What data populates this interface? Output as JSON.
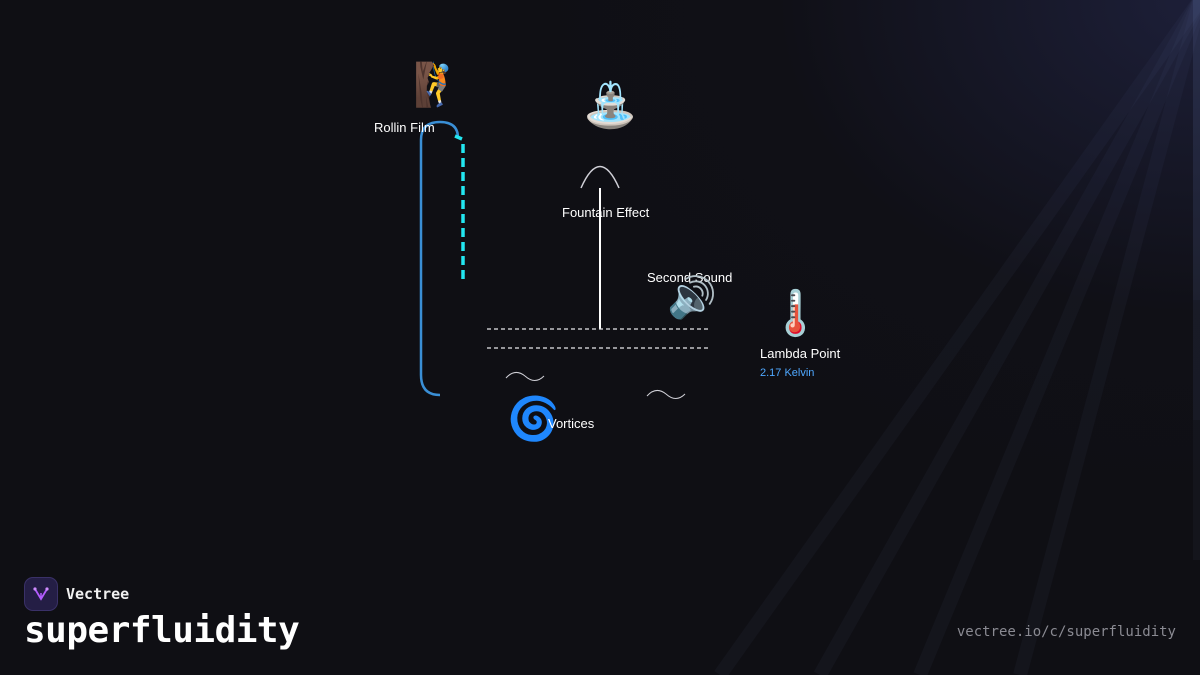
{
  "nodes": {
    "rollin_film": {
      "label": "Rollin Film",
      "icon": "climber-icon",
      "glyph": "🧗"
    },
    "fountain_effect": {
      "label": "Fountain Effect",
      "icon": "fountain-icon",
      "glyph": "⛲"
    },
    "second_sound": {
      "label": "Second Sound",
      "icon": "speaker-icon",
      "glyph": "🔊"
    },
    "lambda_point": {
      "label": "Lambda Point",
      "sublabel": "2.17 Kelvin",
      "icon": "thermometer-icon",
      "glyph": "🌡️"
    },
    "vortices": {
      "label": "Vortices",
      "icon": "cyclone-icon",
      "glyph": "🌀"
    }
  },
  "colors": {
    "background": "#0f0f14",
    "film_line": "#3a8fd6",
    "film_dashes": "#22e6f0",
    "liquid_surface": "#ffffff",
    "sublabel": "#4fa8ff"
  },
  "footer": {
    "brand": "Vectree",
    "title": "superfluidity",
    "url": "vectree.io/c/superfluidity",
    "logo_icon": "vectree-logo-icon"
  }
}
